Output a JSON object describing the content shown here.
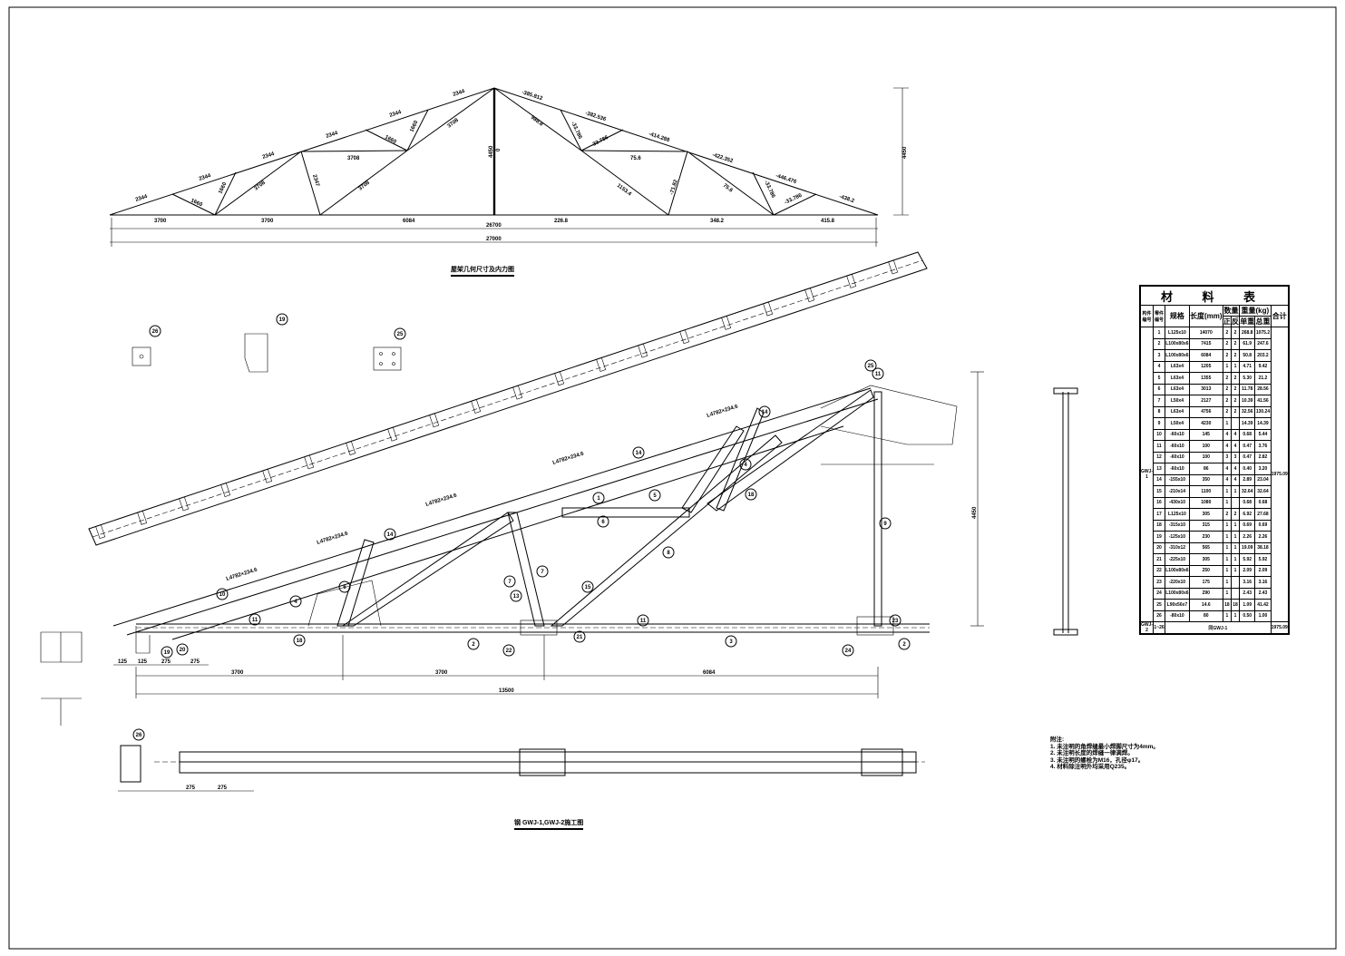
{
  "drawing": {
    "truss_diagram_title": "屋架几何尺寸及内力图",
    "detail_title": "钢 GWJ-1,GWJ-2施工图",
    "truss": {
      "left_top_chord": [
        "2344",
        "2344",
        "2344",
        "2344",
        "2344",
        "2344"
      ],
      "left_webs": [
        "1660",
        "1660",
        "3708",
        "2347",
        "3708",
        "3708",
        "1660",
        "1660",
        "3708"
      ],
      "right_top_chord": [
        "-438.2",
        "-446.476",
        "-422.352",
        "-414.288",
        "-382.536",
        "-385.812"
      ],
      "right_webs": [
        "-33.786",
        "-33.786",
        "75.6",
        "-71.82",
        "1153.4",
        "75.6",
        "-33.786",
        "-33.786",
        "988.8"
      ],
      "bottom_left": [
        "3700",
        "3700",
        "6084"
      ],
      "bottom_right": [
        "226.8",
        "348.2",
        "415.8"
      ],
      "center_force": "0",
      "height": "4450",
      "span_inner": "26700",
      "span_total": "27000"
    },
    "detail": {
      "bottom_dims": [
        "3700",
        "3700",
        "6084"
      ],
      "total_dim": "13500",
      "end_dims": [
        "125",
        "125",
        "275",
        "275"
      ],
      "height_dim": "4450",
      "chord_labels": [
        "L4782×234.6",
        "L4782×234.6",
        "L4782×234.6",
        "L4782×234.6",
        "L4782×234.6"
      ],
      "balloons": [
        "26",
        "19",
        "25",
        "25",
        "11",
        "14",
        "14",
        "5",
        "1",
        "4",
        "18",
        "6",
        "8",
        "7",
        "7",
        "13",
        "15",
        "10",
        "14",
        "6",
        "4",
        "11",
        "18",
        "19",
        "20",
        "2",
        "22",
        "21",
        "11",
        "3",
        "9",
        "23",
        "24",
        "2",
        "26"
      ],
      "plan_dims": [
        "275",
        "275"
      ]
    }
  },
  "material_table": {
    "title": "材 料 表",
    "headers": {
      "member_no": "构件编号",
      "part_no": "零件编号",
      "spec": "规格",
      "length": "长度(mm)",
      "qty": "数量",
      "qty_pos": "正",
      "qty_neg": "反",
      "weight": "重量(kg)",
      "unit_wt": "单重",
      "total_wt": "总重",
      "sum": "合计"
    },
    "member": "GWJ-1",
    "member_total": "1975.09",
    "rows": [
      [
        "1",
        "L125x10",
        "14070",
        "2",
        "2",
        "268.8",
        "1075.2"
      ],
      [
        "2",
        "L100x80x6",
        "7415",
        "2",
        "2",
        "61.9",
        "247.6"
      ],
      [
        "3",
        "L100x80x6",
        "6084",
        "2",
        "2",
        "50.8",
        "203.2"
      ],
      [
        "4",
        "L63x4",
        "1205",
        "1",
        "1",
        "4.71",
        "9.42"
      ],
      [
        "5",
        "L63x4",
        "1355",
        "2",
        "2",
        "5.30",
        "21.2"
      ],
      [
        "6",
        "L63x4",
        "3013",
        "2",
        "2",
        "11.78",
        "28.56"
      ],
      [
        "7",
        "L50x4",
        "2127",
        "2",
        "2",
        "10.39",
        "41.56"
      ],
      [
        "8",
        "L63x4",
        "4756",
        "2",
        "2",
        "32.56",
        "130.24"
      ],
      [
        "9",
        "L50x4",
        "4230",
        "1",
        "",
        "14.39",
        "14.39"
      ],
      [
        "10",
        "-60x10",
        "145",
        "4",
        "4",
        "0.68",
        "5.44"
      ],
      [
        "11",
        "-60x10",
        "100",
        "4",
        "4",
        "0.47",
        "3.76"
      ],
      [
        "12",
        "-60x10",
        "100",
        "3",
        "3",
        "0.47",
        "2.82"
      ],
      [
        "13",
        "-60x10",
        "86",
        "4",
        "4",
        "0.40",
        "3.20"
      ],
      [
        "14",
        "-155x10",
        "350",
        "4",
        "4",
        "2.89",
        "23.04"
      ],
      [
        "15",
        "-210x14",
        "1100",
        "1",
        "1",
        "32.64",
        "32.64"
      ],
      [
        "16",
        "-430x10",
        "1080",
        "1",
        "",
        "0.68",
        "0.68"
      ],
      [
        "17",
        "L125x10",
        "305",
        "2",
        "2",
        "6.92",
        "27.68"
      ],
      [
        "18",
        "-315x10",
        "315",
        "1",
        "1",
        "0.69",
        "0.69"
      ],
      [
        "19",
        "-125x10",
        "230",
        "1",
        "1",
        "2.26",
        "2.26"
      ],
      [
        "20",
        "-310x12",
        "565",
        "1",
        "1",
        "19.09",
        "38.18"
      ],
      [
        "21",
        "-225x10",
        "305",
        "1",
        "1",
        "5.92",
        "5.92"
      ],
      [
        "22",
        "L100x80x6",
        "250",
        "1",
        "1",
        "2.09",
        "2.09"
      ],
      [
        "23",
        "-220x10",
        "175",
        "1",
        "",
        "3.16",
        "3.16"
      ],
      [
        "24",
        "L100x80x6",
        "290",
        "1",
        "",
        "2.43",
        "2.43"
      ],
      [
        "25",
        "L90x56x7",
        "14.6",
        "18",
        "18",
        "1.09",
        "41.42"
      ],
      [
        "26",
        "-80x10",
        "80",
        "1",
        "1",
        "0.50",
        "1.00"
      ]
    ],
    "footer": [
      "GWJ-2",
      "1~26",
      "同GWJ-1",
      "1975.09"
    ]
  },
  "notes": {
    "heading": "附注:",
    "items": [
      "1. 未注明的角焊缝最小焊脚尺寸为4mm。",
      "2. 未注明长度的焊缝一律满焊。",
      "3. 未注明的螺栓为M16，孔径φ17。",
      "4. 材料除注明外均采用Q235。"
    ]
  }
}
